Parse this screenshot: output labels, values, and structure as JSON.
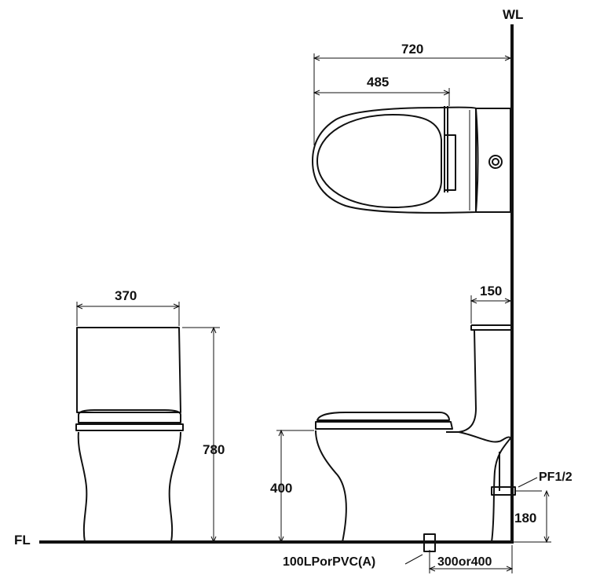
{
  "labels": {
    "wall": "WL",
    "floor": "FL",
    "drain": "100LPorPVC(A)",
    "supply": "PF1/2"
  },
  "dimensions": {
    "top_total_length": "720",
    "top_seat_length": "485",
    "front_width": "370",
    "front_total_height": "780",
    "side_seat_height": "400",
    "side_tank_depth": "150",
    "supply_height": "180",
    "rough_in": "300or400"
  }
}
